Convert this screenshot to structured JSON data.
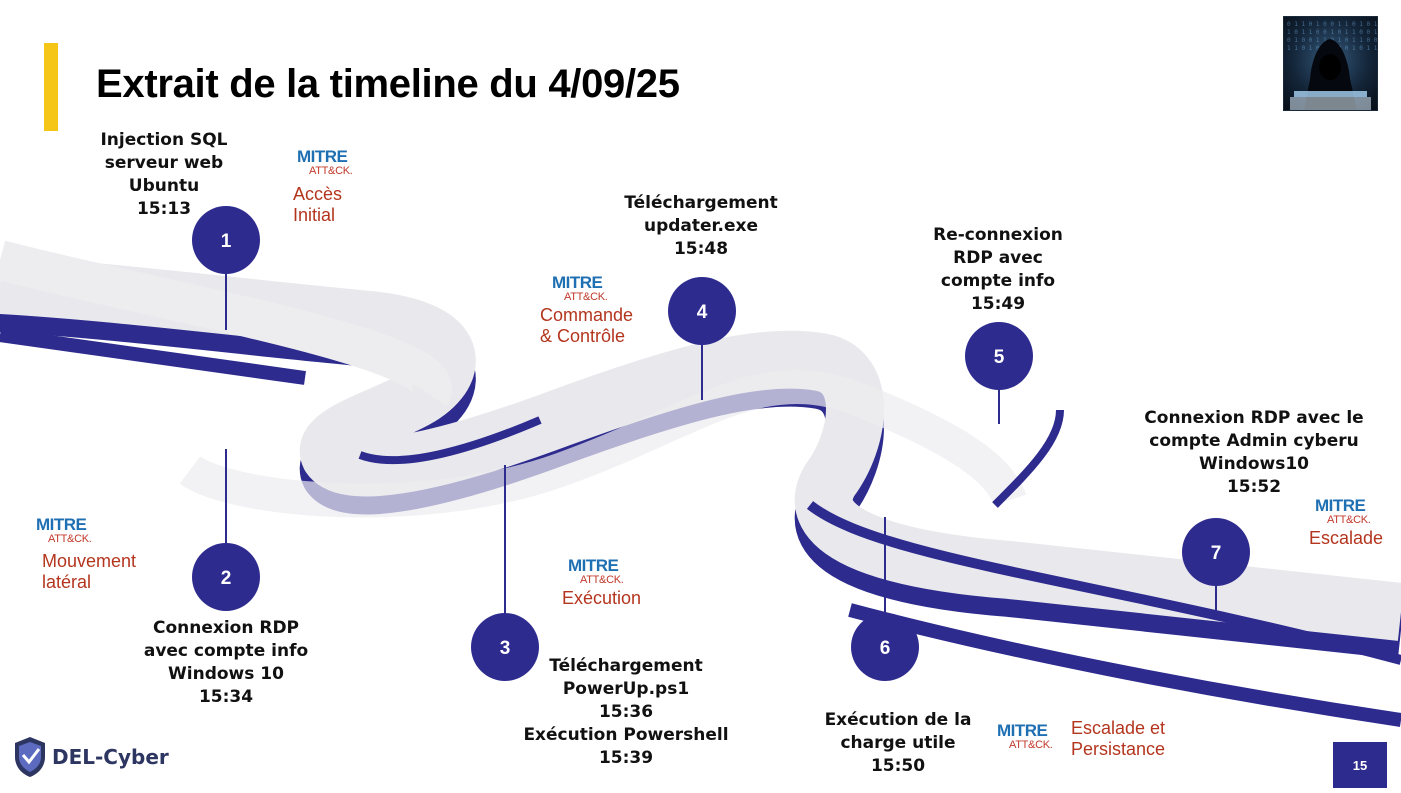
{
  "slide": {
    "title": "Extrait de la timeline du 4/09/25",
    "page_number": "15"
  },
  "logo": {
    "name": "DEL-Cyber"
  },
  "mitre_logo": {
    "top": "MITRE",
    "bottom": "ATT&CK."
  },
  "milestones": [
    {
      "number": "1",
      "lines": [
        "Injection SQL",
        "serveur web",
        "Ubuntu",
        "15:13"
      ]
    },
    {
      "number": "2",
      "lines": [
        "Connexion RDP",
        "avec compte info",
        "Windows 10",
        "15:34"
      ]
    },
    {
      "number": "3",
      "lines": [
        "Téléchargement",
        "PowerUp.ps1",
        "15:36",
        "Exécution Powershell",
        "15:39"
      ]
    },
    {
      "number": "4",
      "lines": [
        "Téléchargement",
        "updater.exe",
        "15:48"
      ]
    },
    {
      "number": "5",
      "lines": [
        "Re-connexion",
        "RDP avec",
        "compte info",
        "15:49"
      ]
    },
    {
      "number": "6",
      "lines": [
        "Exécution de la",
        "charge utile",
        "15:50"
      ]
    },
    {
      "number": "7",
      "lines": [
        "Connexion RDP avec le",
        "compte Admin cyberu",
        "Windows10",
        "15:52"
      ]
    }
  ],
  "tactics": [
    {
      "lines": [
        "Accès",
        "Initial"
      ]
    },
    {
      "lines": [
        "Mouvement",
        "latéral"
      ]
    },
    {
      "lines": [
        "Exécution"
      ]
    },
    {
      "lines": [
        "Commande",
        "& Contrôle"
      ]
    },
    {
      "lines": [
        "Escalade et",
        "Persistance"
      ]
    },
    {
      "lines": [
        "Escalade"
      ]
    }
  ],
  "colors": {
    "accent_yellow": "#f5c518",
    "navy": "#2e2b8f",
    "road_gray": "#e9e9ed",
    "mitre_blue": "#1f6fb3",
    "tactic_red": "#b4351e"
  }
}
